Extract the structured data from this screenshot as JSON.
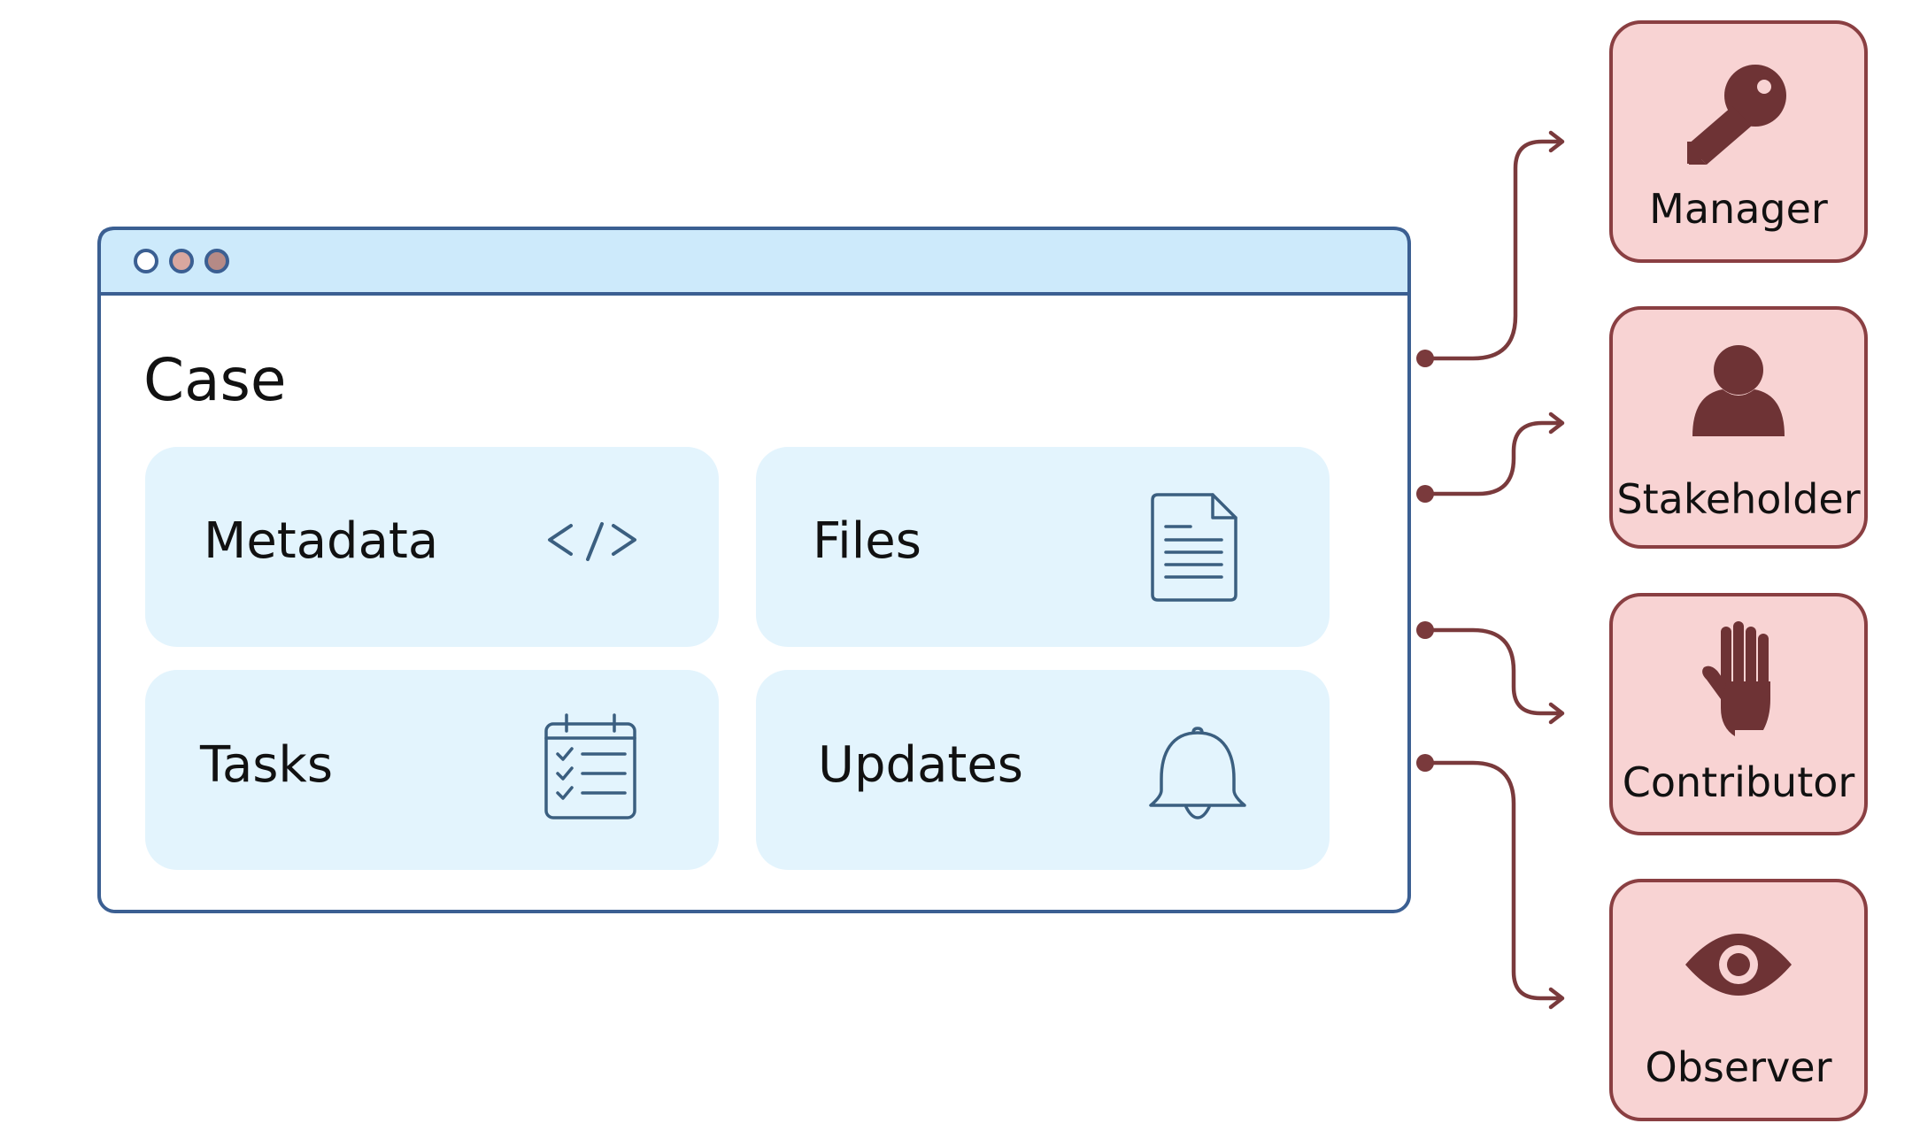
{
  "window": {
    "title": "Case",
    "dots": [
      {
        "name": "window-dot-1",
        "fill": "#ffffff"
      },
      {
        "name": "window-dot-2",
        "fill": "#d9a79f"
      },
      {
        "name": "window-dot-3",
        "fill": "#b58a86"
      }
    ]
  },
  "cards": [
    {
      "label": "Metadata",
      "icon": "code-icon"
    },
    {
      "label": "Files",
      "icon": "document-icon"
    },
    {
      "label": "Tasks",
      "icon": "checklist-icon"
    },
    {
      "label": "Updates",
      "icon": "bell-icon"
    }
  ],
  "roles": [
    {
      "label": "Manager",
      "icon": "key-icon"
    },
    {
      "label": "Stakeholder",
      "icon": "person-icon"
    },
    {
      "label": "Contributor",
      "icon": "hand-icon"
    },
    {
      "label": "Observer",
      "icon": "eye-icon"
    }
  ],
  "colors": {
    "window_border": "#3b5f92",
    "titlebar": "#cdeafb",
    "card_fill": "#e3f4fd",
    "card_icon": "#3b5f80",
    "role_fill": "#f8d3d3",
    "role_border": "#8a3f42",
    "role_icon": "#6e3335",
    "connector": "#7a3a3c"
  }
}
